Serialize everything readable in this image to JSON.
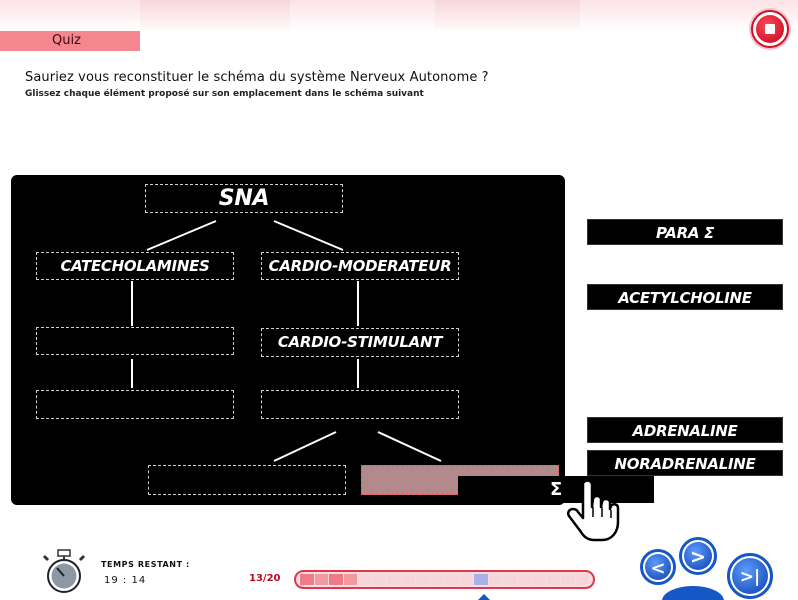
{
  "header": {
    "quiz_tab": "Quiz"
  },
  "question": {
    "title": "Sauriez vous reconstituer le schéma du système Nerveux Autonome ?",
    "instruction": "Glissez chaque élément proposé sur son emplacement dans le schéma suivant"
  },
  "diagram": {
    "root": "SNA",
    "left_branch": "CATECHOLAMINES",
    "right_branch": "CARDIO-MODERATEUR",
    "right_mid": "CARDIO-STIMULANT",
    "empty_slot": ""
  },
  "choices": {
    "para": "PARA Σ",
    "acetylcholine": "ACETYLCHOLINE",
    "adrenaline": "ADRENALINE",
    "noradrenaline": "NORADRENALINE",
    "dragging": "Σ"
  },
  "footer": {
    "temps_label": "TEMPS RESTANT :",
    "temps_value": "19 : 14",
    "progress_count": "13/20",
    "prev": "<",
    "next": ">",
    "last": ">|"
  },
  "progress": {
    "total": 20,
    "answered": 4,
    "current": 13,
    "filled_segments": [
      1,
      2,
      3,
      4
    ]
  },
  "colors": {
    "accent_red": "#d01026",
    "quiz_tab": "#f3868f",
    "board": "#000000",
    "nav_blue": "#1557c4",
    "drop_hover": "#b28a8c"
  },
  "icons": [
    "stop-icon",
    "stopwatch-icon",
    "hand-cursor-icon",
    "prev-arrow-icon",
    "next-arrow-icon",
    "last-arrow-icon"
  ]
}
